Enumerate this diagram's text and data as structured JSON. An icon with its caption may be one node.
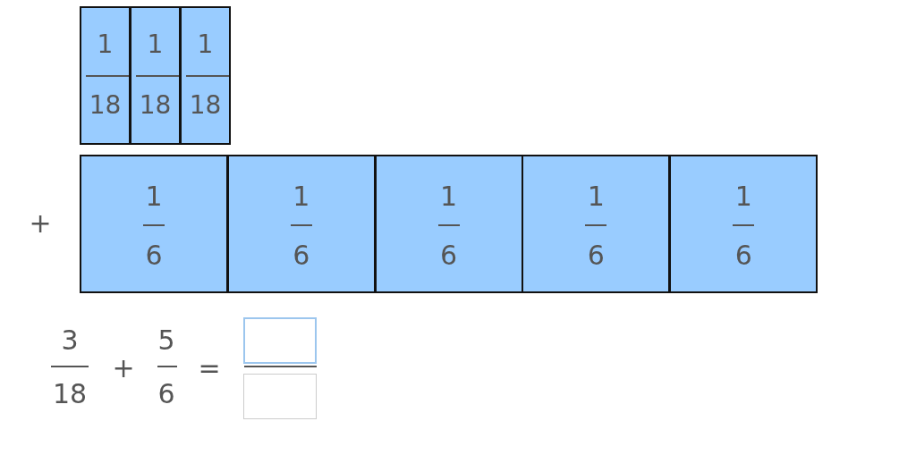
{
  "diagram": {
    "nodes": [
      {
        "text": [
          "1",
          "18"
        ]
      },
      {
        "text": [
          "1",
          "18"
        ]
      },
      {
        "text": [
          "1",
          "18"
        ]
      },
      {
        "text": [
          "1",
          "6"
        ]
      },
      {
        "text": [
          "1",
          "6"
        ]
      },
      {
        "text": [
          "1",
          "6"
        ]
      },
      {
        "text": [
          "1",
          "6"
        ]
      },
      {
        "text": [
          "1",
          "6"
        ]
      }
    ],
    "labels": [
      "+",
      "3",
      "18",
      "+",
      "5",
      "6",
      "="
    ]
  }
}
